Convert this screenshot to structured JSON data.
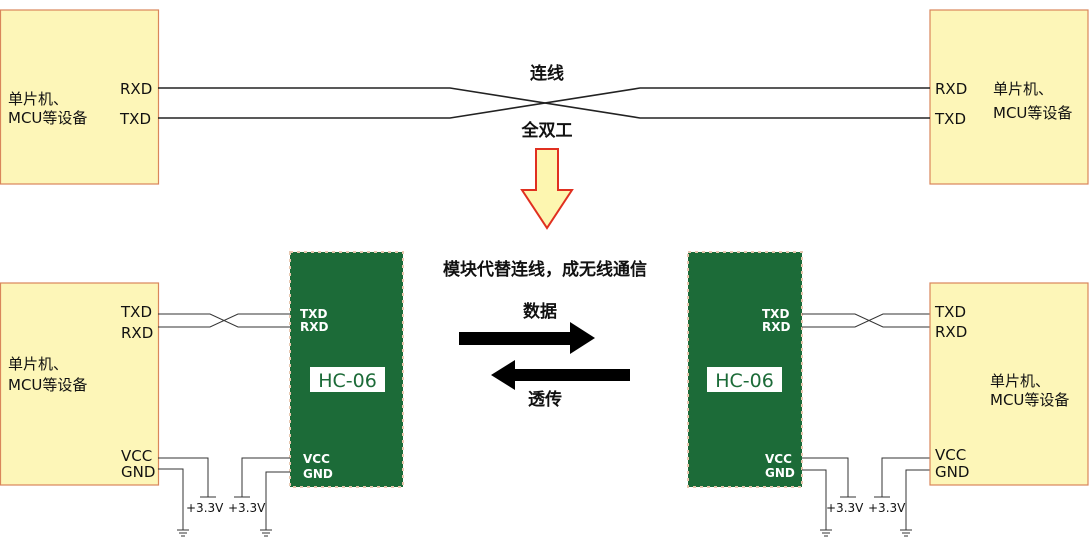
{
  "top": {
    "left_device": {
      "line1": "单片机、",
      "line2": "MCU等设备",
      "rxd": "RXD",
      "txd": "TXD"
    },
    "right_device": {
      "line1": "单片机、",
      "line2": "MCU等设备",
      "rxd": "RXD",
      "txd": "TXD"
    },
    "wire_label": "连线",
    "duplex_label": "全双工"
  },
  "bottom": {
    "caption": "模块代替连线，成无线通信",
    "data_label": "数据",
    "passthrough_label": "透传",
    "left_device": {
      "line1": "单片机、",
      "line2": "MCU等设备",
      "txd": "TXD",
      "rxd": "RXD",
      "vcc": "VCC",
      "gnd": "GND"
    },
    "right_device": {
      "line1": "单片机、",
      "line2": "MCU等设备",
      "txd": "TXD",
      "rxd": "RXD",
      "vcc": "VCC",
      "gnd": "GND"
    },
    "left_module": {
      "name": "HC-06",
      "txd": "TXD",
      "rxd": "RXD",
      "vcc": "VCC",
      "gnd": "GND"
    },
    "right_module": {
      "name": "HC-06",
      "txd": "TXD",
      "rxd": "RXD",
      "vcc": "VCC",
      "gnd": "GND"
    },
    "power_label": "+3.3V"
  },
  "colors": {
    "device_fill": "#fdf6b8",
    "module_fill": "#1c6b38",
    "arrow_fill": "#fdf6b0",
    "arrow_stroke": "#e03020"
  }
}
